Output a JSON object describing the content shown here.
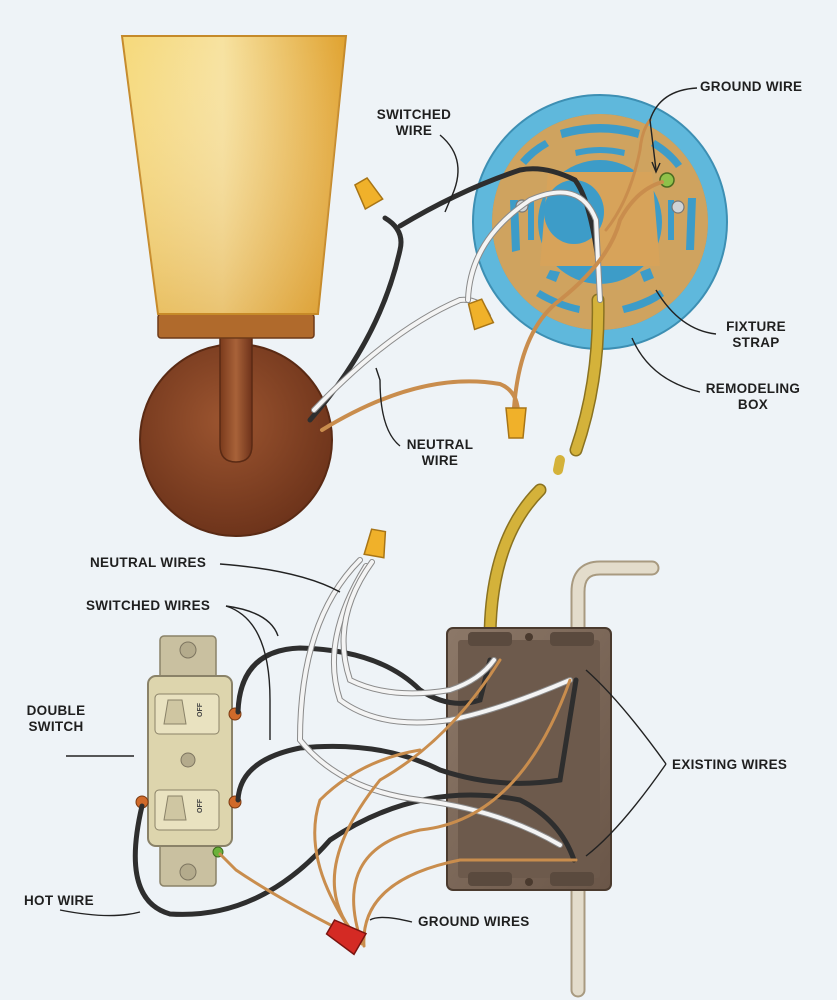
{
  "labels": {
    "ground_wire": "GROUND WIRE",
    "switched_wire": [
      "SWITCHED",
      "WIRE"
    ],
    "fixture_strap": [
      "FIXTURE",
      "STRAP"
    ],
    "remodeling_box": [
      "REMODELING",
      "BOX"
    ],
    "neutral_wire": [
      "NEUTRAL",
      "WIRE"
    ],
    "neutral_wires": "NEUTRAL WIRES",
    "switched_wires": "SWITCHED WIRES",
    "double_switch": [
      "DOUBLE",
      "SWITCH"
    ],
    "existing_wires": "EXISTING WIRES",
    "hot_wire": "HOT WIRE",
    "ground_wires": "GROUND WIRES"
  },
  "switch_text": {
    "top": "OFF",
    "bottom": "OFF"
  },
  "colors": {
    "background": "#eef3f7",
    "shade": "#e8b13a",
    "sconce_base": "#8a4526",
    "box_ring": "#5fb8dc",
    "strap": "#d7a35a",
    "junction_box": "#7d6858",
    "hot_wire": "#4a4a4a",
    "neutral_wire": "#e2e2e2",
    "ground_wire": "#c98d4d",
    "wire_nut": "#f0b12a",
    "ground_nut": "#d42a24",
    "cable_jacket": "#d4b23a",
    "switch_body": "#ddd5ad"
  }
}
